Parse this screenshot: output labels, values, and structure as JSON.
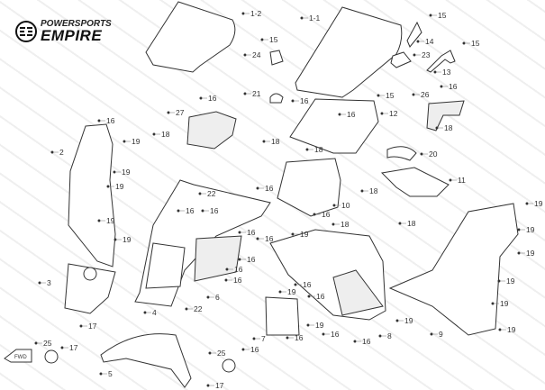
{
  "logo": {
    "line1": "POWERSPORTS",
    "line2": "EMPIRE"
  },
  "watermark": "POWERSPORTS EMPIRE",
  "fwd_label": "FWD",
  "callouts": [
    "1-2",
    "1-1",
    "15",
    "15",
    "14",
    "15",
    "24",
    "23",
    "13",
    "21",
    "15",
    "16",
    "16",
    "26",
    "16",
    "27",
    "16",
    "12",
    "16",
    "18",
    "18",
    "19",
    "2",
    "18",
    "18",
    "20",
    "19",
    "19",
    "11",
    "18",
    "22",
    "16",
    "16",
    "16",
    "10",
    "16",
    "18",
    "18",
    "19",
    "19",
    "19",
    "19",
    "19",
    "19",
    "19",
    "19",
    "8",
    "9",
    "16",
    "16",
    "19",
    "19",
    "16",
    "16",
    "19",
    "19",
    "3",
    "16",
    "16",
    "16",
    "16",
    "16",
    "6",
    "22",
    "4",
    "17",
    "25",
    "17",
    "5",
    "25",
    "17",
    "16",
    "7",
    "16"
  ]
}
